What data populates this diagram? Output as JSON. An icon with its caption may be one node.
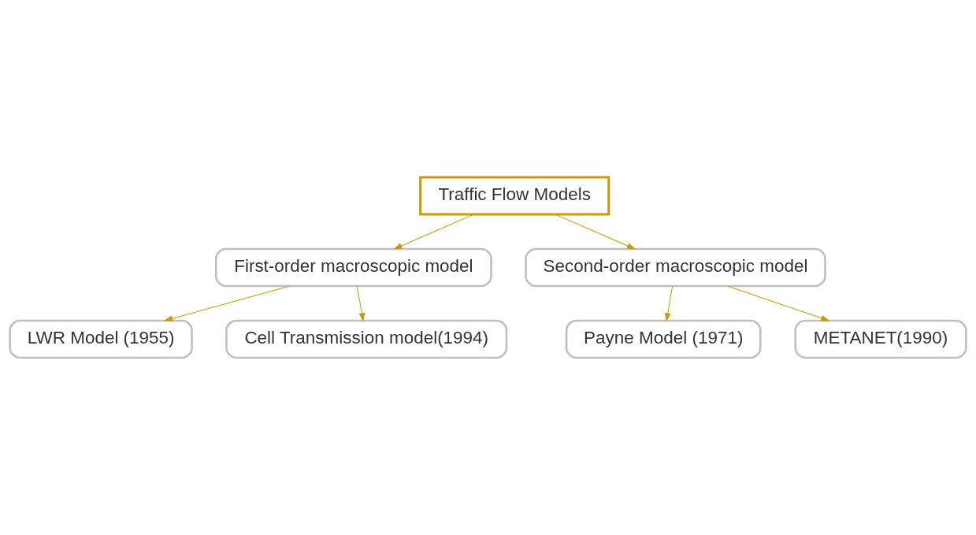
{
  "diagram": {
    "nodes": [
      {
        "text": [
          "Traffic Flow Models"
        ]
      },
      {
        "text": [
          "First-order macroscopic model"
        ]
      },
      {
        "text": [
          "Second-order macroscopic model"
        ]
      },
      {
        "text": [
          "LWR Model (1955)"
        ]
      },
      {
        "text": [
          "Cell Transmission model(1994)"
        ]
      },
      {
        "text": [
          "Payne Model (1971)"
        ]
      },
      {
        "text": [
          "METANET(1990)"
        ]
      }
    ],
    "edges": [
      {
        "from": 0,
        "to": 1,
        "arrow": "to"
      },
      {
        "from": 0,
        "to": 2,
        "arrow": "to"
      },
      {
        "from": 1,
        "to": 3,
        "arrow": "to"
      },
      {
        "from": 1,
        "to": 4,
        "arrow": "to"
      },
      {
        "from": 2,
        "to": 5,
        "arrow": "to"
      },
      {
        "from": 2,
        "to": 6,
        "arrow": "to"
      }
    ]
  }
}
